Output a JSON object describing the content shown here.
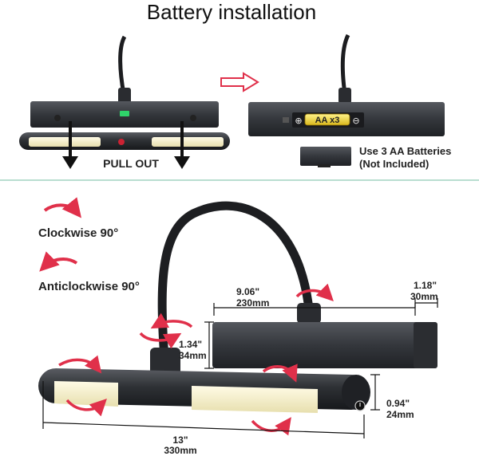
{
  "header": {
    "title": "Battery installation"
  },
  "install": {
    "pull_out_label": "PULL OUT",
    "battery_label": "AA x3",
    "plus_sign": "⊕",
    "minus_sign": "⊖",
    "note_line1": "Use 3 AA Batteries",
    "note_line2": "(Not Included)"
  },
  "rotation": {
    "clockwise_label": "Clockwise 90°",
    "anticlockwise_label": "Anticlockwise 90°"
  },
  "dimensions": {
    "bar_length_in": "9.06\"",
    "bar_length_mm": "230mm",
    "bar_depth_in": "1.18\"",
    "bar_depth_mm": "30mm",
    "bar_height_in": "1.34\"",
    "bar_height_mm": "34mm",
    "tube_diameter_in": "0.94\"",
    "tube_diameter_mm": "24mm",
    "total_length_in": "13\"",
    "total_length_mm": "330mm"
  },
  "colors": {
    "accent_red": "#e0304a",
    "divider_green": "#8fc9b4",
    "lamp_body": "#3a3d42",
    "led_glow": "#f3edc9"
  }
}
